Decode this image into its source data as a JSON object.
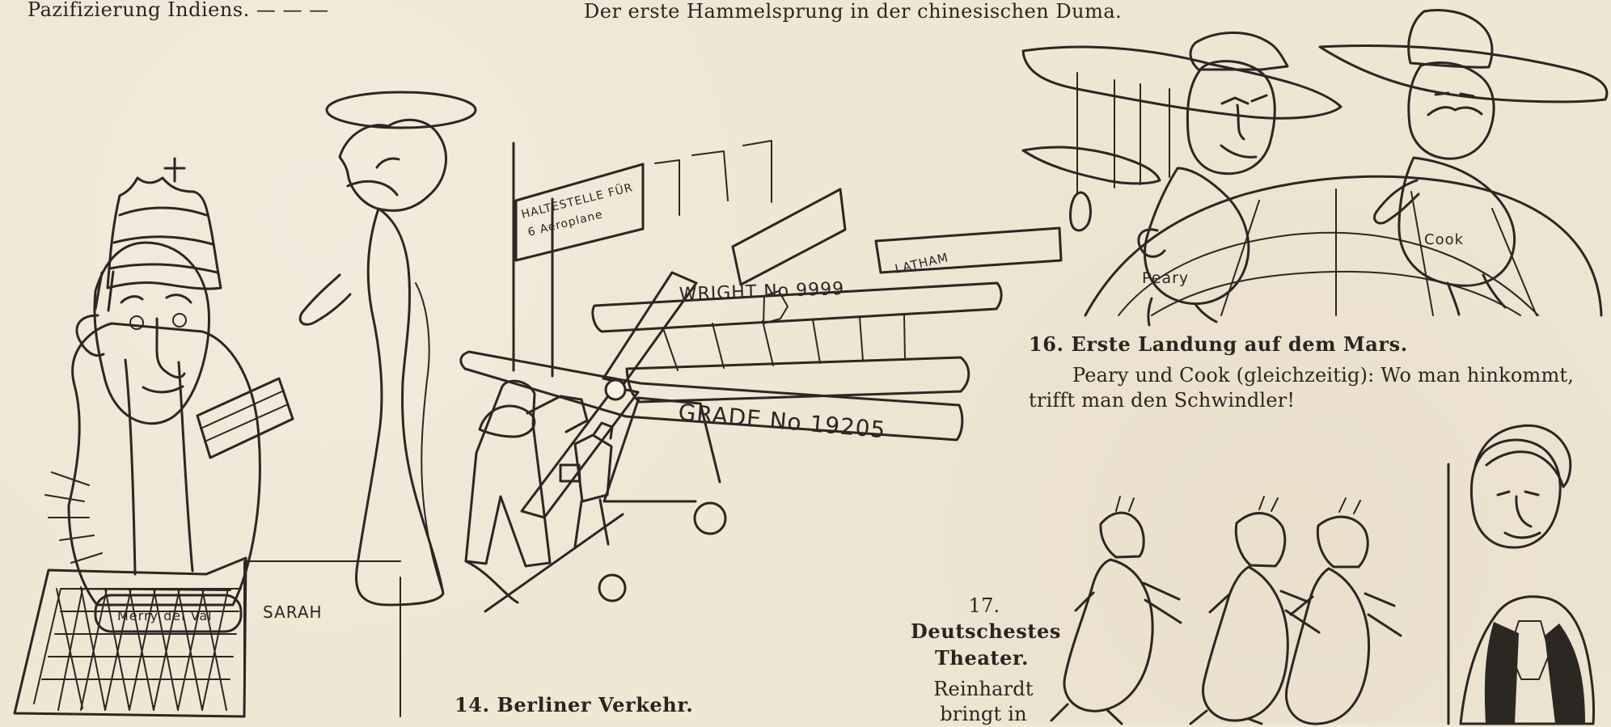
{
  "captions": {
    "top_left": "Pazifizierung Indiens. — — —",
    "top_center": "Der erste Hammelsprung in der chinesischen Duma.",
    "caption_14": "14. Berliner Verkehr.",
    "caption_16_title": "16. Erste Landung auf dem Mars.",
    "caption_16_line1": "Peary und Cook (gleichzeitig): Wo man hinkommt,",
    "caption_16_line2": "trifft man den Schwindler!",
    "caption_17_number": "17.",
    "caption_17_line1": "Deutschestes",
    "caption_17_line2": "Theater.",
    "caption_17_line3": "Reinhardt",
    "caption_17_line4": "bringt in"
  },
  "drawing_labels": {
    "haltestelle_line1": "HALTESTELLE FÜR",
    "haltestelle_line2": "6 Aeroplane",
    "wright": "WRIGHT No 9999",
    "latham": "LATHAM",
    "grade": "GRADE No 19205",
    "sarah": "SARAH",
    "merry": "Merry del Val",
    "peary": "Peary",
    "cook": "Cook"
  }
}
